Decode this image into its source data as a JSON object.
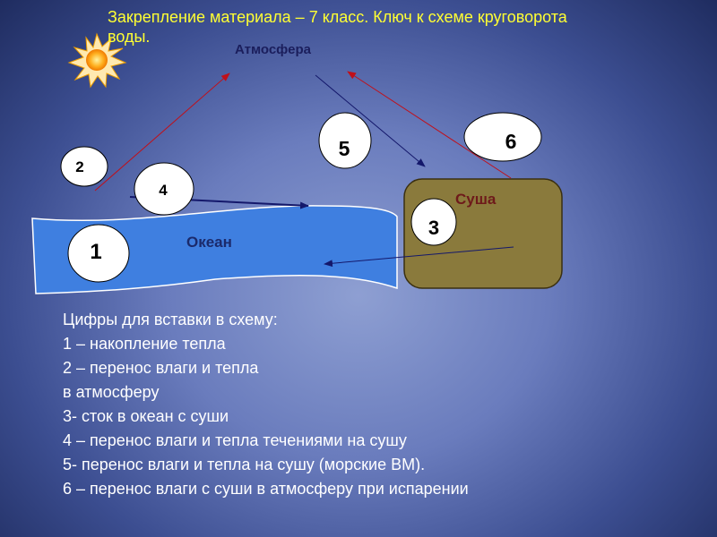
{
  "slide": {
    "title": "Закрепление  материала – 7 класс. Ключ к  схеме круговорота воды."
  },
  "diagram": {
    "atmosphere_label": "Атмосфера",
    "ocean_label": "Океан",
    "land_label": "Суша",
    "circles": [
      "1",
      "2",
      "3",
      "4",
      "5",
      "6"
    ],
    "colors": {
      "ocean": "#3f7fe0",
      "land": "#8a7a3c",
      "red_arrow": "#c0101a",
      "blue_arrow": "#14186b",
      "title": "#ffff33"
    },
    "icons": [
      "sun-icon"
    ]
  },
  "legend": {
    "heading": "Цифры для вставки  в схему:",
    "items": [
      "1 – накопление тепла",
      "2 – перенос влаги и тепла",
      "в атмосферу",
      "3- сток в океан с суши",
      "4 – перенос влаги и тепла течениями на сушу",
      "5- перенос влаги  и тепла  на сушу (морские ВМ).",
      "6 – перенос влаги  с суши в атмосферу при испарении"
    ]
  }
}
